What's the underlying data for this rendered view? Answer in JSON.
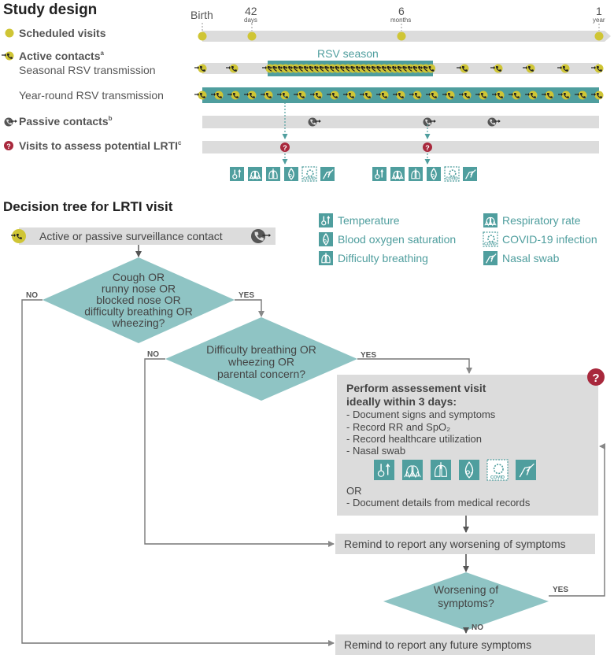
{
  "study_design": {
    "title": "Study design",
    "timeline_labels": {
      "birth": "Birth",
      "d42_num": "42",
      "d42_unit": "days",
      "m6_num": "6",
      "m6_unit": "months",
      "y1_num": "1",
      "y1_unit": "year"
    },
    "rows": {
      "scheduled_visits": "Scheduled visits",
      "active_contacts": "Active contacts",
      "active_contacts_sup": "a",
      "seasonal": "Seasonal RSV transmission",
      "year_round": "Year-round RSV transmission",
      "passive_contacts": "Passive contacts",
      "passive_contacts_sup": "b",
      "lrti_visits": "Visits to assess potential LRTI",
      "lrti_visits_sup": "c"
    },
    "rsv_season_label": "RSV season",
    "covid_small": "COVID",
    "colors": {
      "teal": "#4f9e9e",
      "teal_light": "#8fc4c4",
      "yellow": "#cfc535",
      "gray_bar": "#dcdcdc",
      "dark_text": "#3a3a3a",
      "red_marker": "#a8283c"
    }
  },
  "decision_tree": {
    "title": "Decision tree for LRTI visit",
    "legend": [
      {
        "icon": "thermometer-icon",
        "label": "Temperature"
      },
      {
        "icon": "respiratory-rate-icon",
        "label": "Respiratory rate"
      },
      {
        "icon": "oxygen-saturation-icon",
        "label": "Blood oxygen saturation"
      },
      {
        "icon": "covid-icon",
        "label": "COVID-19 infection"
      },
      {
        "icon": "lungs-icon",
        "label": "Difficulty breathing"
      },
      {
        "icon": "nasal-swab-icon",
        "label": "Nasal swab"
      }
    ],
    "start_box": "Active or passive surveillance contact",
    "diamond1": [
      "Cough OR",
      "runny nose OR",
      "blocked nose OR",
      "difficulty breathing OR",
      "wheezing?"
    ],
    "diamond2": [
      "Difficulty breathing OR",
      "wheezing OR",
      "parental concern?"
    ],
    "diamond3": [
      "Worsening of",
      "symptoms?"
    ],
    "no": "NO",
    "yes": "YES",
    "or": "OR",
    "assessment": {
      "title1": "Perform assessement visit",
      "title2": "ideally within 3 days:",
      "items": [
        "- Document signs and symptoms",
        "- Record RR and SpO₂",
        "- Record healthcare utilization",
        "- Nasal swab"
      ],
      "alt_item": "- Document details from medical records"
    },
    "remind_worsening": "Remind to report any worsening of symptoms",
    "remind_future": "Remind to report any future symptoms"
  }
}
